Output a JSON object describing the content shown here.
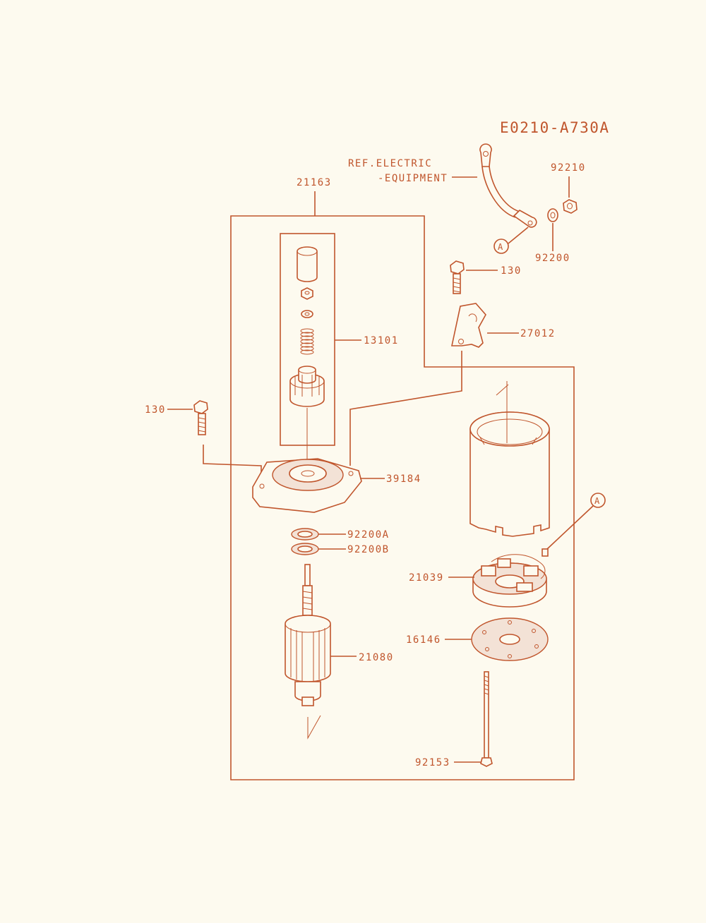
{
  "diagram_code": "E0210-A730A",
  "reference": {
    "line1": "REF.ELECTRIC",
    "line2": "-EQUIPMENT"
  },
  "callout_letter": "A",
  "parts": {
    "p21163": "21163",
    "p13101": "13101",
    "p130_top": "130",
    "p130_left": "130",
    "p27012": "27012",
    "p39184": "39184",
    "p92200A": "92200A",
    "p92200B": "92200B",
    "p21080": "21080",
    "p21039": "21039",
    "p16146": "16146",
    "p92153": "92153",
    "p92210": "92210",
    "p92200": "92200"
  },
  "colors": {
    "ink": "#c0552c",
    "paper": "#fdfaef"
  }
}
